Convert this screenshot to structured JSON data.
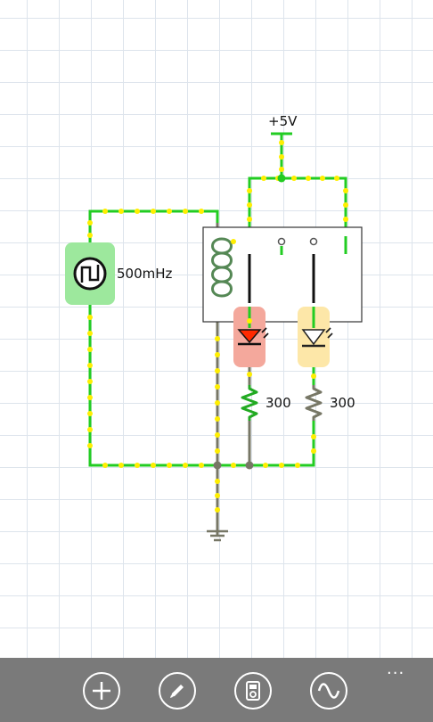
{
  "circuit": {
    "supply_label": "+5V",
    "source_frequency": "500mHz",
    "resistor_left_value": "300",
    "resistor_right_value": "300",
    "colors": {
      "wire_active": "#22cc22",
      "wire_node": "#ffee00",
      "wire_idle": "#777766",
      "source_bg": "#9de89d",
      "led_red_bg": "#f4a89c",
      "led_yellow_bg": "#fde7a8",
      "relay_coil": "#558855",
      "grid": "#dde4ec"
    }
  },
  "appbar": {
    "buttons": [
      {
        "name": "add-button",
        "icon": "plus-icon"
      },
      {
        "name": "edit-button",
        "icon": "pencil-icon"
      },
      {
        "name": "meter-button",
        "icon": "multimeter-icon"
      },
      {
        "name": "scope-button",
        "icon": "sine-wave-icon"
      }
    ],
    "more_label": "..."
  }
}
